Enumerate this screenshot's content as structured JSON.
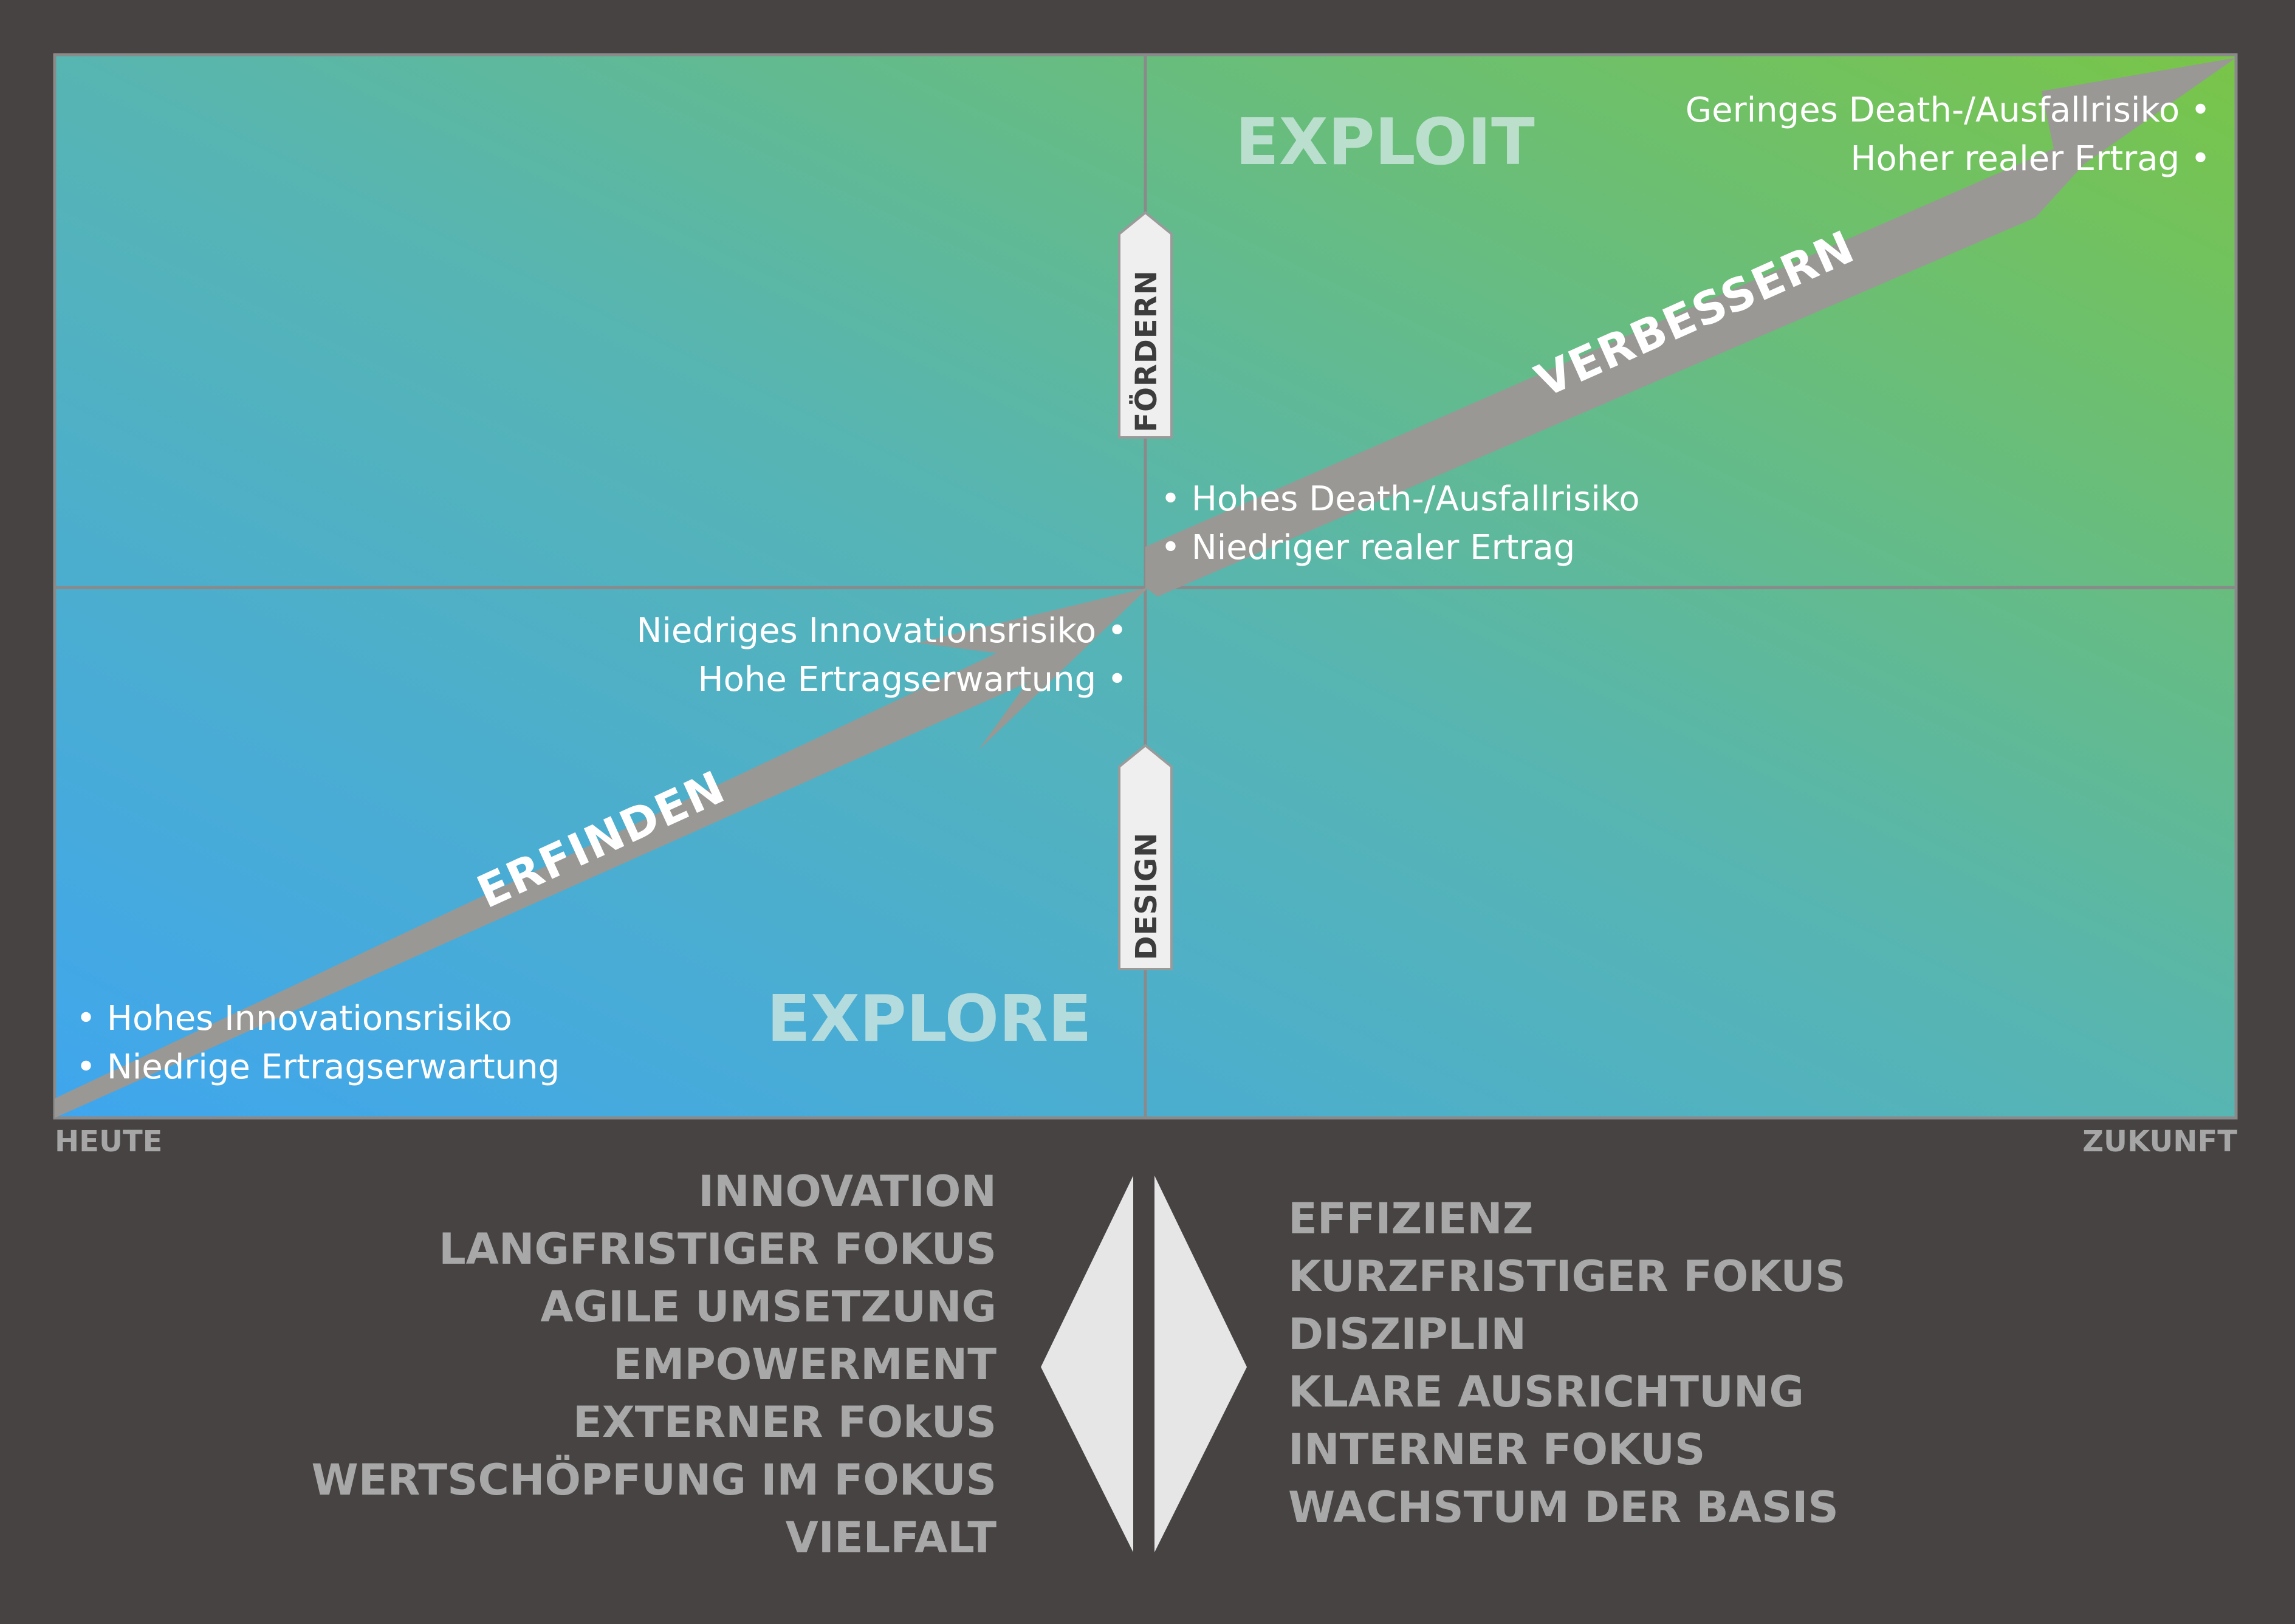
{
  "quadrants": {
    "exploit": "EXPLOIT",
    "explore": "EXPLORE"
  },
  "arrows": {
    "invent": "ERFINDEN",
    "improve": "VERBESSERN"
  },
  "stage_labels": {
    "promote": "FÖRDERN",
    "design": "DESIGN"
  },
  "bullets": {
    "top_right": [
      "Geringes Death-/Ausfallrisiko •",
      "Hoher realer Ertrag •"
    ],
    "center_right": [
      "• Hohes Death-/Ausfallrisiko",
      "• Niedriger realer Ertrag"
    ],
    "center_left": [
      "Niedriges Innovationsrisiko •",
      "Hohe Ertragserwartung •"
    ],
    "bottom_left": [
      "• Hohes Innovationsrisiko",
      "• Niedrige Ertragserwartung"
    ]
  },
  "axis": {
    "start": "HEUTE",
    "end": "ZUKUNFT"
  },
  "explore_traits": [
    "INNOVATION",
    "LANGFRISTIGER FOKUS",
    "AGILE UMSETZUNG",
    "EMPOWERMENT",
    "EXTERNER FOkUS",
    "WERTSCHÖPFUNG IM FOKUS",
    "VIELFALT"
  ],
  "exploit_traits": [
    "EFFIZIENZ",
    "KURZFRISTIGER FOKUS",
    "DISZIPLIN",
    "KLARE AUSRICHTUNG",
    "INTERNER FOKUS",
    "WACHSTUM DER BASIS"
  ],
  "colors": {
    "background": "#474343",
    "gradient_blue": "#3fa6ee",
    "gradient_teal": "#57b5b2",
    "gradient_green": "#79c548",
    "arrow_gray": "#999895",
    "trait_text": "#a8a8a8"
  }
}
